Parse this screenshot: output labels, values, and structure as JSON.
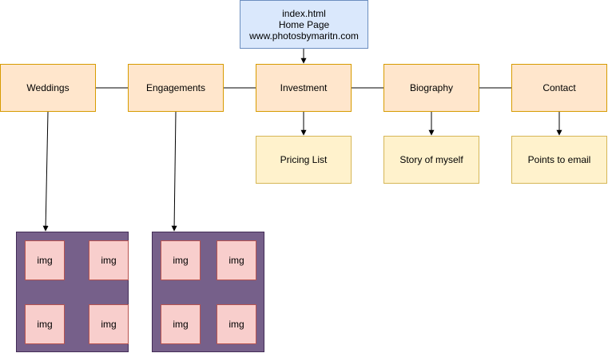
{
  "colors": {
    "home_fill": "#dae8fc",
    "home_stroke": "#6c8ebf",
    "page_fill": "#ffe6cc",
    "page_stroke": "#d79b00",
    "sub_fill": "#fff2cc",
    "sub_stroke": "#d6b656",
    "gallery_fill": "#76608a",
    "gallery_stroke": "#432d57",
    "thumb_fill": "#f8cecc",
    "thumb_stroke": "#b85450",
    "edge": "#000000"
  },
  "home": {
    "line1": "index.html",
    "line2": "Home Page",
    "line3": "www.photosbymaritn.com"
  },
  "pages": {
    "weddings": "Weddings",
    "engagements": "Engagements",
    "investment": "Investment",
    "biography": "Biography",
    "contact": "Contact"
  },
  "subpages": {
    "pricing": "Pricing List",
    "story": "Story of myself",
    "email": "Points to email"
  },
  "galleries": {
    "weddings": [
      "img",
      "img",
      "img",
      "img"
    ],
    "engagements": [
      "img",
      "img",
      "img",
      "img"
    ]
  }
}
